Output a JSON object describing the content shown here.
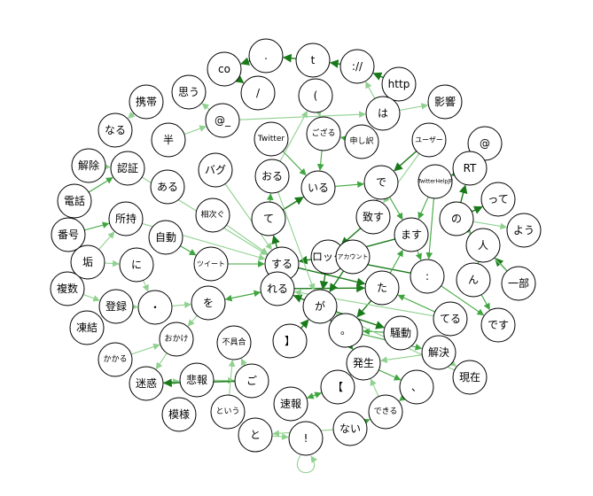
{
  "colors": {
    "edge_dark": "#1a7a1a",
    "edge_mid": "#3fa63f",
    "edge_light": "#8fd18f",
    "node_fill": "#ffffff",
    "node_stroke": "#000000"
  },
  "graph": {
    "nodes": [
      {
        "id": "http",
        "label": "http"
      },
      {
        "id": "colon_slash",
        "label": "://"
      },
      {
        "id": "t",
        "label": "t"
      },
      {
        "id": "dot_top",
        "label": "."
      },
      {
        "id": "co",
        "label": "co"
      },
      {
        "id": "slash",
        "label": "/"
      },
      {
        "id": "paren",
        "label": "("
      },
      {
        "id": "omou",
        "label": "思う"
      },
      {
        "id": "at_",
        "label": "@_"
      },
      {
        "id": "keitai",
        "label": "携帯"
      },
      {
        "id": "naru",
        "label": "なる"
      },
      {
        "id": "han",
        "label": "半"
      },
      {
        "id": "ha",
        "label": "は"
      },
      {
        "id": "eikyo",
        "label": "影響"
      },
      {
        "id": "twitter",
        "label": "Twitter"
      },
      {
        "id": "gozaru",
        "label": "ござる"
      },
      {
        "id": "moushiwake",
        "label": "申し訳"
      },
      {
        "id": "user",
        "label": "ユーザー"
      },
      {
        "id": "at",
        "label": "@"
      },
      {
        "id": "kaijo",
        "label": "解除"
      },
      {
        "id": "ninsho",
        "label": "認証"
      },
      {
        "id": "bagu",
        "label": "バグ"
      },
      {
        "id": "oru",
        "label": "おる"
      },
      {
        "id": "iru",
        "label": "いる"
      },
      {
        "id": "de",
        "label": "で"
      },
      {
        "id": "twitterhelpjp",
        "label": "TwitterHelpJP"
      },
      {
        "id": "rt",
        "label": "RT"
      },
      {
        "id": "aru",
        "label": "ある"
      },
      {
        "id": "tte",
        "label": "って"
      },
      {
        "id": "denwa",
        "label": "電話"
      },
      {
        "id": "shoji",
        "label": "所持"
      },
      {
        "id": "aitsugu",
        "label": "相次ぐ"
      },
      {
        "id": "te",
        "label": "て"
      },
      {
        "id": "itasu",
        "label": "致す"
      },
      {
        "id": "no",
        "label": "の"
      },
      {
        "id": "you",
        "label": "よう"
      },
      {
        "id": "bango",
        "label": "番号"
      },
      {
        "id": "jido",
        "label": "自動"
      },
      {
        "id": "masu",
        "label": "ます"
      },
      {
        "id": "hito",
        "label": "人"
      },
      {
        "id": "aka",
        "label": "垢"
      },
      {
        "id": "ni",
        "label": "に"
      },
      {
        "id": "tweet",
        "label": "ツイート"
      },
      {
        "id": "suru",
        "label": "する"
      },
      {
        "id": "lock",
        "label": "ロック"
      },
      {
        "id": "account",
        "label": "アカウント"
      },
      {
        "id": "colon",
        "label": ":"
      },
      {
        "id": "fukusu",
        "label": "複数"
      },
      {
        "id": "reru",
        "label": "れる"
      },
      {
        "id": "ta",
        "label": "た"
      },
      {
        "id": "n",
        "label": "ん"
      },
      {
        "id": "ichibu",
        "label": "一部"
      },
      {
        "id": "toroku",
        "label": "登録"
      },
      {
        "id": "middot",
        "label": "・"
      },
      {
        "id": "wo",
        "label": "を"
      },
      {
        "id": "ga",
        "label": "が"
      },
      {
        "id": "teru",
        "label": "てる"
      },
      {
        "id": "desu",
        "label": "です"
      },
      {
        "id": "toketsu",
        "label": "凍結"
      },
      {
        "id": "okake",
        "label": "おかけ"
      },
      {
        "id": "fuguai",
        "label": "不具合"
      },
      {
        "id": "bracket_close",
        "label": "】"
      },
      {
        "id": "maru",
        "label": "。"
      },
      {
        "id": "sodo",
        "label": "騒動"
      },
      {
        "id": "kakaru",
        "label": "かかる"
      },
      {
        "id": "hassei",
        "label": "発生"
      },
      {
        "id": "kaiketsu",
        "label": "解決"
      },
      {
        "id": "meiwaku",
        "label": "迷惑"
      },
      {
        "id": "hiho",
        "label": "悲報"
      },
      {
        "id": "go",
        "label": "ご"
      },
      {
        "id": "bracket_open",
        "label": "【"
      },
      {
        "id": "comma",
        "label": "、"
      },
      {
        "id": "genzai",
        "label": "現在"
      },
      {
        "id": "mohan",
        "label": "模様"
      },
      {
        "id": "toiu",
        "label": "という"
      },
      {
        "id": "sokuho",
        "label": "速報"
      },
      {
        "id": "dekiru",
        "label": "できる"
      },
      {
        "id": "to",
        "label": "と"
      },
      {
        "id": "nai",
        "label": "ない"
      },
      {
        "id": "excl",
        "label": "!"
      }
    ],
    "edges": [
      {
        "from": "http",
        "to": "colon_slash",
        "tone": "dark"
      },
      {
        "from": "colon_slash",
        "to": "t",
        "tone": "dark"
      },
      {
        "from": "t",
        "to": "dot_top",
        "tone": "dark"
      },
      {
        "from": "dot_top",
        "to": "co",
        "tone": "dark"
      },
      {
        "from": "co",
        "to": "slash",
        "tone": "dark"
      },
      {
        "from": "ha",
        "to": "colon_slash",
        "tone": "light"
      },
      {
        "from": "ha",
        "to": "eikyo",
        "tone": "light"
      },
      {
        "from": "paren",
        "to": "gozaru",
        "tone": "light"
      },
      {
        "from": "at_",
        "to": "omou",
        "tone": "light"
      },
      {
        "from": "at_",
        "to": "ha",
        "tone": "light"
      },
      {
        "from": "keitai",
        "to": "naru",
        "tone": "light"
      },
      {
        "from": "han",
        "to": "at_",
        "tone": "light"
      },
      {
        "from": "twitter",
        "to": "iru",
        "tone": "mid"
      },
      {
        "from": "gozaru",
        "to": "iru",
        "tone": "mid"
      },
      {
        "from": "moushiwake",
        "to": "gozaru",
        "tone": "mid"
      },
      {
        "from": "user",
        "to": "de",
        "tone": "dark"
      },
      {
        "from": "rt",
        "to": "twitterhelpjp",
        "tone": "dark"
      },
      {
        "from": "at",
        "to": "rt",
        "tone": "light"
      },
      {
        "from": "twitterhelpjp",
        "to": "masu",
        "tone": "mid"
      },
      {
        "from": "kaijo",
        "to": "ninsho",
        "tone": "light"
      },
      {
        "from": "denwa",
        "to": "ninsho",
        "tone": "mid"
      },
      {
        "from": "ninsho",
        "to": "suru",
        "tone": "light"
      },
      {
        "from": "oru",
        "to": "paren",
        "tone": "light"
      },
      {
        "from": "te",
        "to": "oru",
        "tone": "mid"
      },
      {
        "from": "iru",
        "to": "de",
        "tone": "mid"
      },
      {
        "from": "de",
        "to": "itasu",
        "tone": "mid"
      },
      {
        "from": "itasu",
        "to": "lock",
        "tone": "dark"
      },
      {
        "from": "no",
        "to": "tte",
        "tone": "dark"
      },
      {
        "from": "no",
        "to": "rt",
        "tone": "dark"
      },
      {
        "from": "no",
        "to": "hito",
        "tone": "dark"
      },
      {
        "from": "no",
        "to": "you",
        "tone": "light"
      },
      {
        "from": "hito",
        "to": "n",
        "tone": "mid"
      },
      {
        "from": "ichibu",
        "to": "hito",
        "tone": "dark"
      },
      {
        "from": "ichibu",
        "to": "no",
        "tone": "light"
      },
      {
        "from": "bango",
        "to": "shoji",
        "tone": "mid"
      },
      {
        "from": "shoji",
        "to": "suru",
        "tone": "light"
      },
      {
        "from": "aka",
        "to": "ni",
        "tone": "light"
      },
      {
        "from": "aka",
        "to": "shoji",
        "tone": "light"
      },
      {
        "from": "jido",
        "to": "tweet",
        "tone": "mid"
      },
      {
        "from": "tweet",
        "to": "suru",
        "tone": "mid"
      },
      {
        "from": "aitsugu",
        "to": "suru",
        "tone": "light"
      },
      {
        "from": "bagu",
        "to": "suru",
        "tone": "light"
      },
      {
        "from": "suru",
        "to": "te",
        "tone": "dark"
      },
      {
        "from": "suru",
        "to": "ta",
        "tone": "dark"
      },
      {
        "from": "masu",
        "to": "lock",
        "tone": "dark"
      },
      {
        "from": "masu",
        "to": "colon",
        "tone": "mid"
      },
      {
        "from": "lock",
        "to": "suru",
        "tone": "dark"
      },
      {
        "from": "lock",
        "to": "ga",
        "tone": "dark"
      },
      {
        "from": "account",
        "to": "ga",
        "tone": "dark"
      },
      {
        "from": "account",
        "to": "lock",
        "tone": "mid"
      },
      {
        "from": "colon",
        "to": "lock",
        "tone": "dark"
      },
      {
        "from": "colon",
        "to": "desu",
        "tone": "mid"
      },
      {
        "from": "ta",
        "to": "maru",
        "tone": "dark"
      },
      {
        "from": "ta",
        "to": "masu",
        "tone": "mid"
      },
      {
        "from": "reru",
        "to": "wo",
        "tone": "mid"
      },
      {
        "from": "reru",
        "to": "ta",
        "tone": "dark"
      },
      {
        "from": "fukusu",
        "to": "toroku",
        "tone": "light"
      },
      {
        "from": "toroku",
        "to": "middot",
        "tone": "light"
      },
      {
        "from": "middot",
        "to": "wo",
        "tone": "light"
      },
      {
        "from": "wo",
        "to": "reru",
        "tone": "mid"
      },
      {
        "from": "wo",
        "to": "okake",
        "tone": "light"
      },
      {
        "from": "ga",
        "to": "reru",
        "tone": "dark"
      },
      {
        "from": "ga",
        "to": "sodo",
        "tone": "dark"
      },
      {
        "from": "ga",
        "to": "hassei",
        "tone": "dark"
      },
      {
        "from": "teru",
        "to": "ta",
        "tone": "mid"
      },
      {
        "from": "n",
        "to": "desu",
        "tone": "mid"
      },
      {
        "from": "okake",
        "to": "meiwaku",
        "tone": "light"
      },
      {
        "from": "kakaru",
        "to": "okake",
        "tone": "light"
      },
      {
        "from": "meiwaku",
        "to": "hiho",
        "tone": "light"
      },
      {
        "from": "hiho",
        "to": "go",
        "tone": "light"
      },
      {
        "from": "go",
        "to": "fuguai",
        "tone": "light"
      },
      {
        "from": "go",
        "to": "meiwaku",
        "tone": "dark"
      },
      {
        "from": "bracket_close",
        "to": "ga",
        "tone": "dark"
      },
      {
        "from": "hassei",
        "to": "comma",
        "tone": "mid"
      },
      {
        "from": "hassei",
        "to": "bracket_open",
        "tone": "mid"
      },
      {
        "from": "kaiketsu",
        "to": "genzai",
        "tone": "light"
      },
      {
        "from": "kaiketsu",
        "to": "hassei",
        "tone": "light"
      },
      {
        "from": "sokuho",
        "to": "bracket_open",
        "tone": "mid"
      },
      {
        "from": "bracket_open",
        "to": "sokuho",
        "tone": "mid"
      },
      {
        "from": "toiu",
        "to": "fuguai",
        "tone": "light"
      },
      {
        "from": "maru",
        "to": "kaiketsu",
        "tone": "mid"
      },
      {
        "from": "nai",
        "to": "dekiru",
        "tone": "mid"
      },
      {
        "from": "nai",
        "to": "to",
        "tone": "light"
      },
      {
        "from": "dekiru",
        "to": "hassei",
        "tone": "light"
      },
      {
        "from": "to",
        "to": "excl",
        "tone": "light"
      },
      {
        "from": "excl",
        "to": "excl",
        "tone": "light"
      },
      {
        "from": "teru",
        "to": "reru",
        "tone": "light"
      },
      {
        "from": "twitterhelpjp",
        "to": "colon",
        "tone": "mid"
      },
      {
        "from": "de",
        "to": "masu",
        "tone": "mid"
      },
      {
        "from": "ni",
        "to": "middot",
        "tone": "light"
      },
      {
        "from": "comma",
        "to": "dekiru",
        "tone": "mid"
      },
      {
        "from": "sodo",
        "to": "maru",
        "tone": "mid"
      },
      {
        "from": "user",
        "to": "itasu",
        "tone": "light"
      },
      {
        "from": "te",
        "to": "iru",
        "tone": "dark"
      },
      {
        "from": "oru",
        "to": "ga",
        "tone": "light"
      },
      {
        "from": "genzai",
        "to": "ga",
        "tone": "light"
      }
    ]
  }
}
